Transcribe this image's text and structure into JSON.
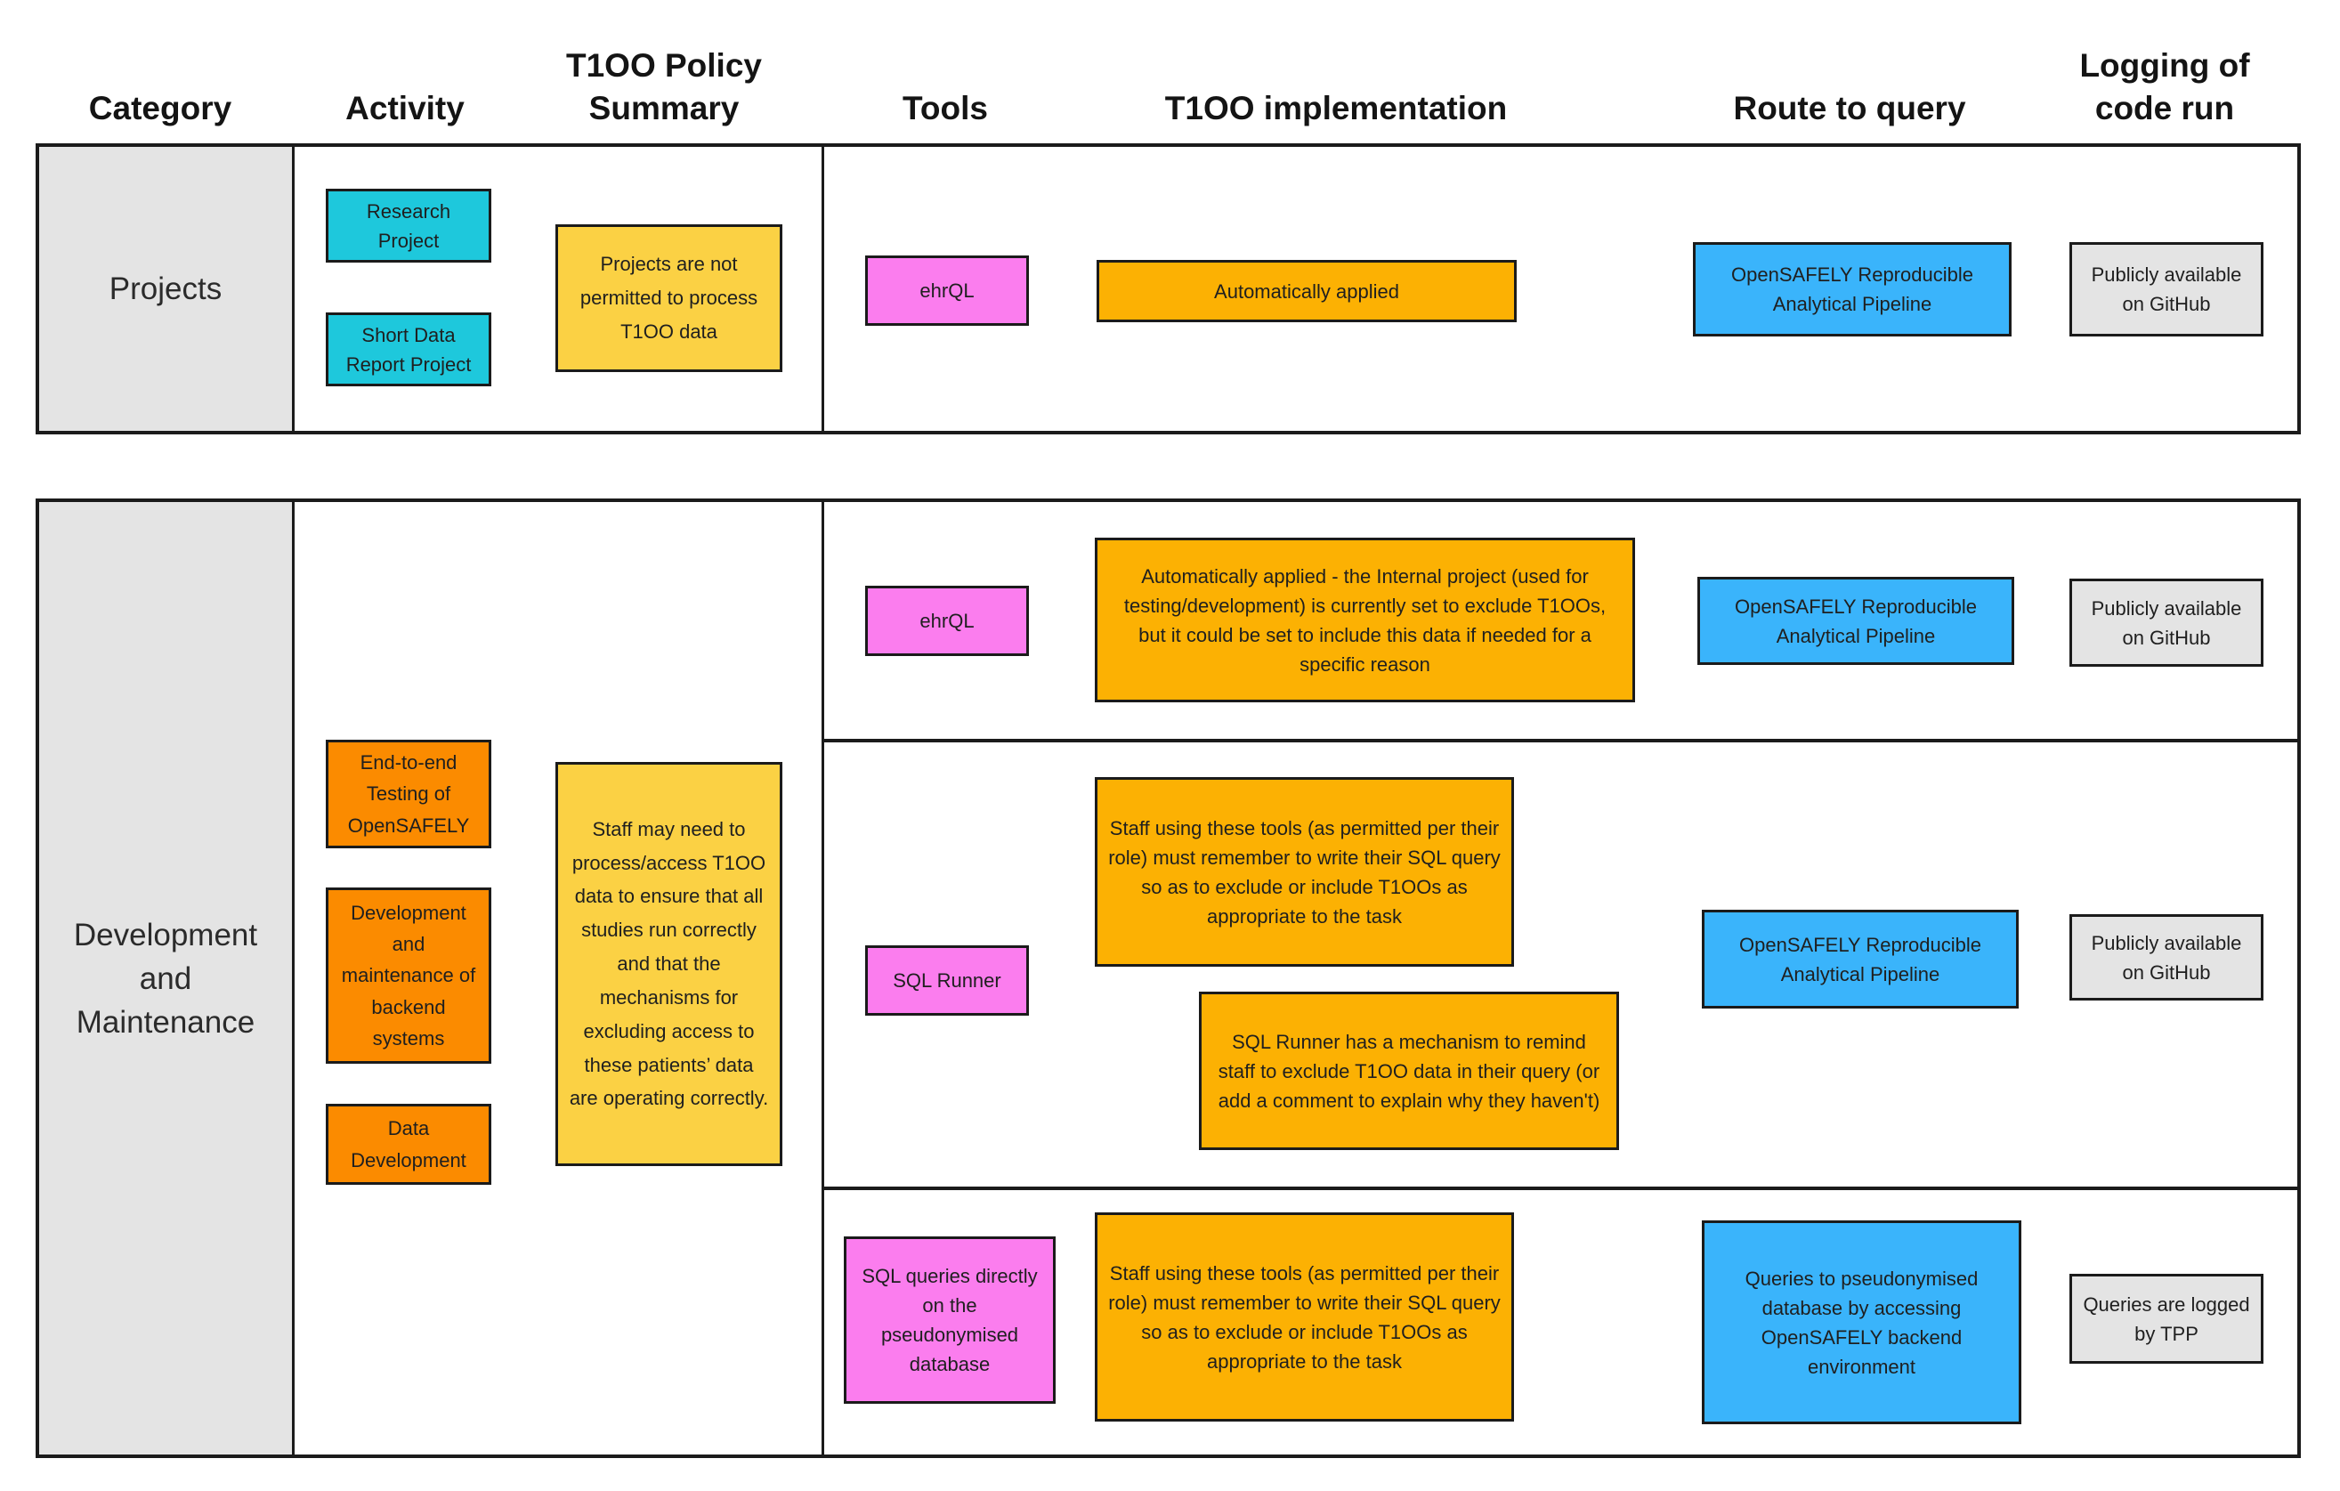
{
  "palette": {
    "cyan": "#1EC8DC",
    "pink": "#FB7DEE",
    "gold": "#FBD144",
    "amber": "#FCB103",
    "orange": "#FB8B00",
    "blue": "#3AB4FB",
    "gray_box": "#E4E4E4",
    "category_gray": "#E4E4E4",
    "border": "#1B1B1B"
  },
  "columns": {
    "category": "Category",
    "activity": "Activity",
    "summary": "T1OO Policy Summary",
    "tools": "Tools",
    "implementation": "T1OO implementation",
    "route": "Route to query",
    "logging": "Logging of code run"
  },
  "projects": {
    "category": "Projects",
    "activity_research": "Research Project",
    "activity_short_data_report": "Short Data Report Project",
    "summary": "Projects are not permitted to process T1OO data",
    "tool": "ehrQL",
    "implementation": "Automatically applied",
    "route": "OpenSAFELY Reproducible Analytical Pipeline",
    "logging": "Publicly available on GitHub"
  },
  "development": {
    "category": "Development and Maintenance",
    "activity_e2e": "End-to-end Testing of OpenSAFELY",
    "activity_backend": "Development and maintenance of backend systems",
    "activity_data_dev": "Data Development",
    "summary": "Staff may need to process/access T1OO data to ensure that all studies run correctly and that the mechanisms for excluding access to these patients’ data are operating correctly.",
    "ehrql": {
      "tool": "ehrQL",
      "implementation": "Automatically applied - the Internal project (used for testing/development) is currently set to exclude T1OOs, but it could be set to include this data if needed for a specific reason",
      "route": "OpenSAFELY Reproducible Analytical Pipeline",
      "logging": "Publicly available on GitHub"
    },
    "sql_runner": {
      "tool": "SQL Runner",
      "implementation_policy": "Staff using these tools (as permitted per their role) must remember to write their SQL query so as to exclude or include T1OOs as appropriate to the task",
      "implementation_mechanism": "SQL Runner has a mechanism to remind staff to exclude T1OO data in their query (or add a comment to explain why they haven't)",
      "route": "OpenSAFELY Reproducible Analytical Pipeline",
      "logging": "Publicly available on GitHub"
    },
    "sql_direct": {
      "tool": "SQL queries directly on the pseudonymised database",
      "implementation": "Staff using these tools (as permitted per their role) must remember to write their SQL query so as to exclude or include T1OOs as appropriate to the task",
      "route": "Queries to pseudonymised database by accessing OpenSAFELY backend environment",
      "logging": "Queries are logged by TPP"
    }
  }
}
